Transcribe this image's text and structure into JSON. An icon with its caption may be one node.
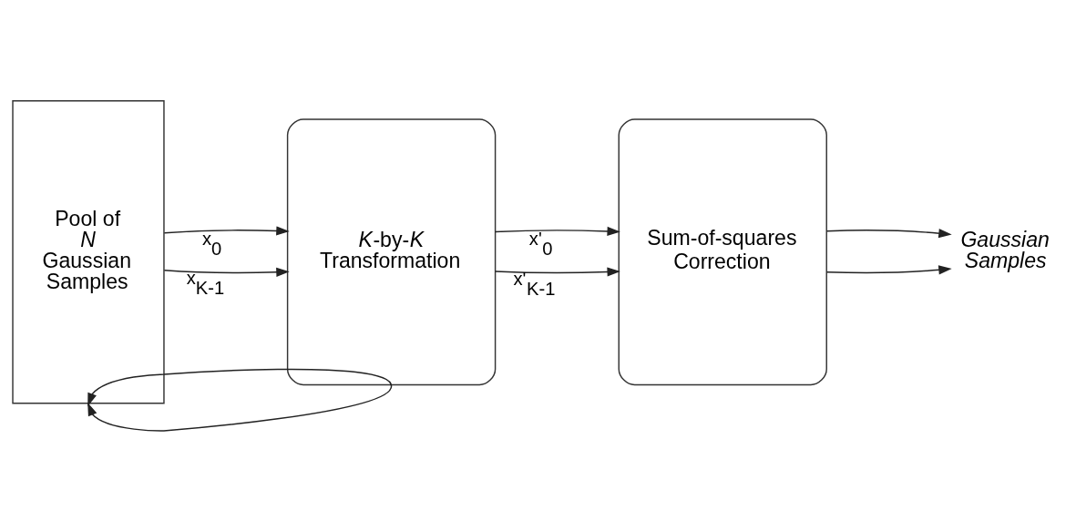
{
  "diagram": {
    "nodes": [
      {
        "text": [
          "Pool of *N* Gaussian Samples"
        ]
      },
      {
        "text": [
          "*K*-by-*K* Transformation"
        ]
      },
      {
        "text": [
          "Sum-of-squares Correction"
        ]
      },
      {
        "text": [
          "Gaussian Samples"
        ]
      }
    ],
    "edges": [
      {
        "from": 0,
        "to": 1,
        "arrow": "to",
        "label": "x$_{K-1}$"
      },
      {
        "from": 0,
        "to": 1,
        "arrow": "to",
        "label": "x$_{0}$"
      },
      {
        "from": 1,
        "to": 2,
        "arrow": "to",
        "label": "x'$_{K-1}$"
      },
      {
        "from": 1,
        "to": 2,
        "arrow": "to",
        "label": "x'$_{0}$"
      },
      {
        "from": 2,
        "to": 3,
        "arrow": "to"
      },
      {
        "from": 2,
        "to": 3,
        "arrow": "to"
      },
      {
        "from": 1,
        "to": 0,
        "arrow": "to"
      },
      {
        "from": 1,
        "to": 0,
        "arrow": "to"
      }
    ]
  }
}
